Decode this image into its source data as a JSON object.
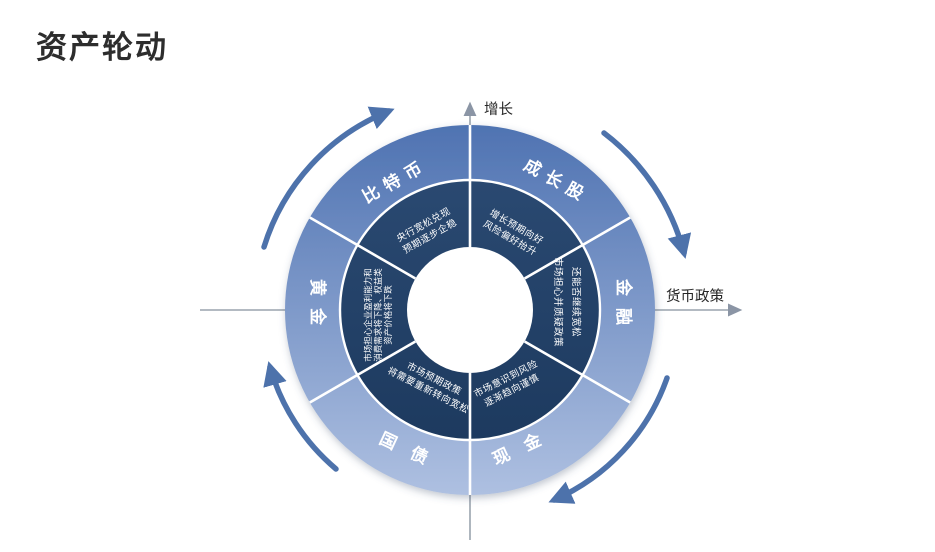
{
  "title": "资产轮动",
  "axes": {
    "vertical_label": "增长",
    "horizontal_label": "货币政策"
  },
  "wheel": {
    "rotation": "clockwise",
    "segments": [
      {
        "id": "bitcoin",
        "name": "比特币",
        "desc": [
          "央行宽松兑现",
          "预期逐步企稳"
        ]
      },
      {
        "id": "growth-stocks",
        "name": "成长股",
        "desc": [
          "增长预期向好",
          "风险偏好抬升"
        ]
      },
      {
        "id": "financials",
        "name": "金融",
        "desc": [
          "市场担心并质疑政策",
          "还能否继续宽松"
        ]
      },
      {
        "id": "cash",
        "name": "现金",
        "desc": [
          "市场意识到风险",
          "逐渐趋向谨慎"
        ]
      },
      {
        "id": "gov-bonds",
        "name": "国债",
        "desc": [
          "市场预期政策",
          "将需要重新转向宽松"
        ]
      },
      {
        "id": "gold",
        "name": "黄金",
        "desc": [
          "市场担心企业盈利能力和",
          "消费需求将下降、权益类",
          "资产价格将下跌"
        ]
      }
    ]
  },
  "colors": {
    "outer_ring_top": "#4f73b2",
    "outer_ring_bottom": "#aec0e1",
    "inner_ring_top": "#2a4971",
    "inner_ring_bottom": "#1d3a5f",
    "divider": "#ffffff",
    "rotation_arrow": "#4d72ab",
    "axis_line": "#9aa3ad",
    "label_text": "#ffffff",
    "title_text": "#2d2d2d"
  }
}
